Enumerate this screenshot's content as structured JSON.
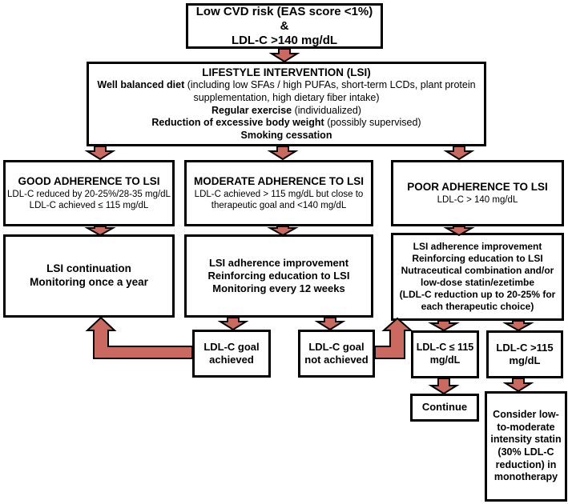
{
  "colors": {
    "arrow_fill": "#c9695f",
    "box_border": "#000000",
    "box_background": "#ffffff",
    "page_background": "#ffffff"
  },
  "boxes": {
    "risk": {
      "lines": [
        "Low CVD risk (EAS score <1%)",
        "&",
        "LDL-C >140 mg/dL"
      ]
    },
    "lsi": {
      "title": "LIFESTYLE INTERVENTION (LSI)",
      "items": [
        {
          "bold": "Well balanced diet",
          "rest": " (including low SFAs / high PUFAs, short-term LCDs, plant protein supplementation, high dietary fiber intake)"
        },
        {
          "bold": "Regular exercise",
          "rest": " (individualized)"
        },
        {
          "bold": "Reduction of excessive body weight",
          "rest": " (possibly supervised)"
        },
        {
          "bold": "Smoking cessation",
          "rest": ""
        }
      ]
    },
    "good_adherence": {
      "title": "GOOD ADHERENCE TO LSI",
      "lines": [
        "LDL-C reduced by 20-25%/28-35 mg/dL",
        "LDL-C achieved ≤ 115 mg/dL"
      ]
    },
    "moderate_adherence": {
      "title": "MODERATE ADHERENCE TO LSI",
      "body": "LDL-C achieved > 115 mg/dL but close to therapeutic goal and <140 mg/dL"
    },
    "poor_adherence": {
      "title": "POOR ADHERENCE TO LSI",
      "body": "LDL-C > 140 mg/dL"
    },
    "lsi_continuation": {
      "lines": [
        "LSI continuation",
        "Monitoring once a year"
      ]
    },
    "moderate_action": {
      "lines": [
        "LSI adherence improvement",
        "Reinforcing education to LSI",
        "Monitoring every 12 weeks"
      ]
    },
    "poor_action": {
      "lines": [
        "LSI adherence improvement",
        "Reinforcing education to LSI",
        "Nutraceutical combination and/or low-dose statin/ezetimbe",
        "(LDL-C reduction up to 20-25% for each therapeutic choice)"
      ]
    },
    "goal_achieved": {
      "body": "LDL-C goal achieved"
    },
    "goal_not_achieved": {
      "body": "LDL-C goal not achieved"
    },
    "ldl_below_115": {
      "body": "LDL-C ≤ 115 mg/dL"
    },
    "ldl_above_115": {
      "body": "LDL-C >115 mg/dL"
    },
    "continue": {
      "body": "Continue"
    },
    "consider_statin": {
      "body": "Consider low-to-moderate intensity statin (30% LDL-C reduction) in monotherapy"
    }
  }
}
